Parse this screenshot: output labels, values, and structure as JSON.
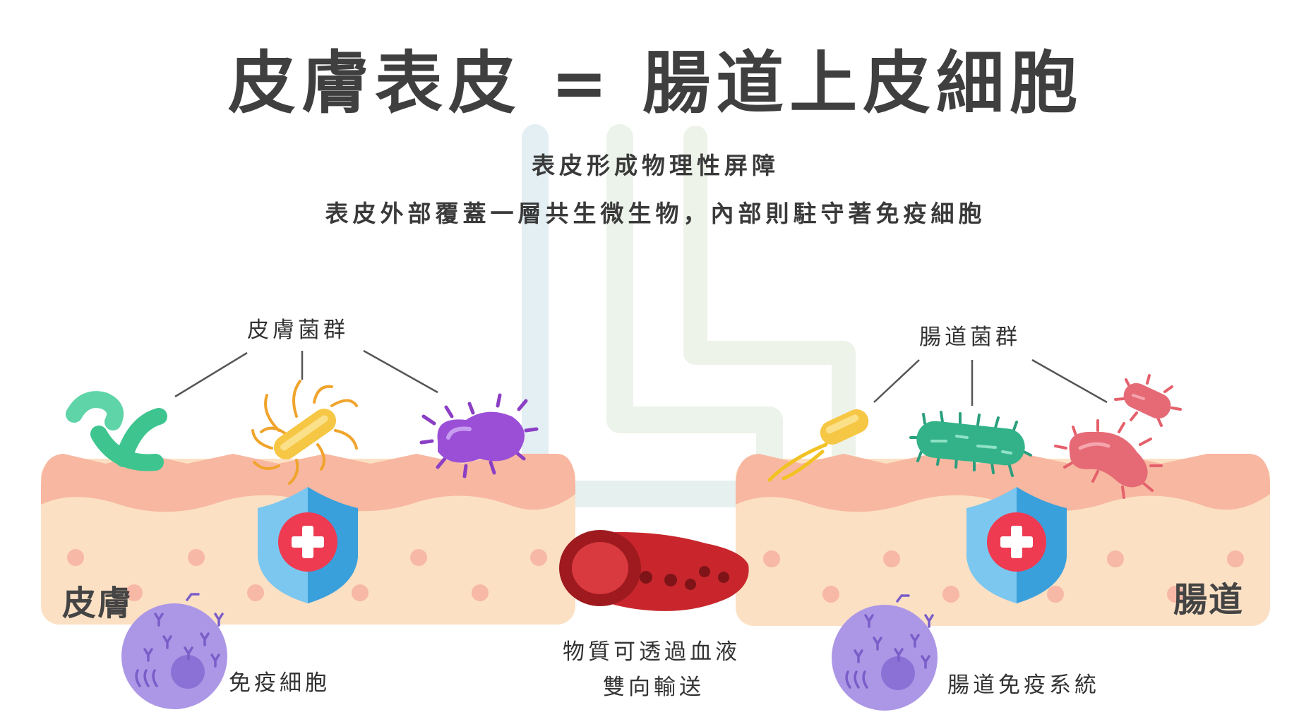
{
  "title": "皮膚表皮 = 腸道上皮細胞",
  "subtitle_line1": "表皮形成物理性屏障",
  "subtitle_line2": "表皮外部覆蓋一層共生微生物，內部則駐守著免疫細胞",
  "left": {
    "flora_label": "皮膚菌群",
    "region_label": "皮膚",
    "immune_label": "免疫細胞"
  },
  "right": {
    "flora_label": "腸道菌群",
    "region_label": "腸道",
    "immune_label": "腸道免疫系統"
  },
  "center": {
    "blood_line1": "物質可透過血液",
    "blood_line2": "雙向輸送"
  },
  "colors": {
    "title": "#3f3f3f",
    "skin_top": "#f8b7a0",
    "skin_body": "#fce0c4",
    "dot": "#f7b8a6",
    "shield_light": "#7cc7ef",
    "shield_dark": "#3aa0dc",
    "cross_circle": "#ee3b52",
    "blood": "#c8262c",
    "immune_cell": "#ac97e6"
  }
}
